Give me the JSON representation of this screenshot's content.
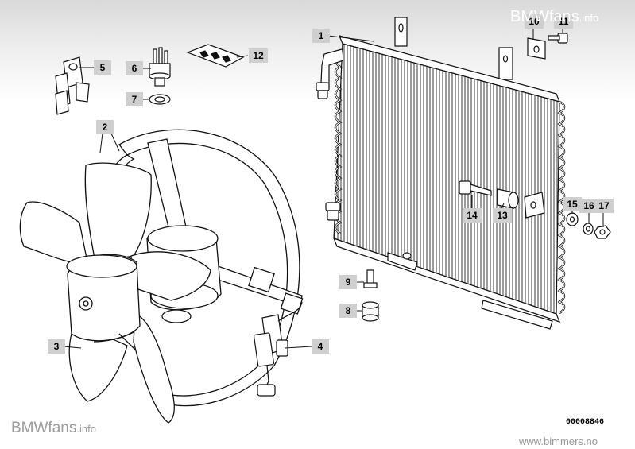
{
  "watermark_top": {
    "brand": "BMWfans",
    "suffix": ".info"
  },
  "watermark_bottom": {
    "brand": "BMWfans",
    "suffix": ".info"
  },
  "diagram_number": "00008846",
  "source_site": "www.bimmers.no",
  "callouts": {
    "c1": "1",
    "c2": "2",
    "c3": "3",
    "c4": "4",
    "c5": "5",
    "c6": "6",
    "c7": "7",
    "c8": "8",
    "c9": "9",
    "c10": "10",
    "c11": "11",
    "c12": "12",
    "c13": "13",
    "c14": "14",
    "c15": "15",
    "c16": "16",
    "c17": "17"
  }
}
